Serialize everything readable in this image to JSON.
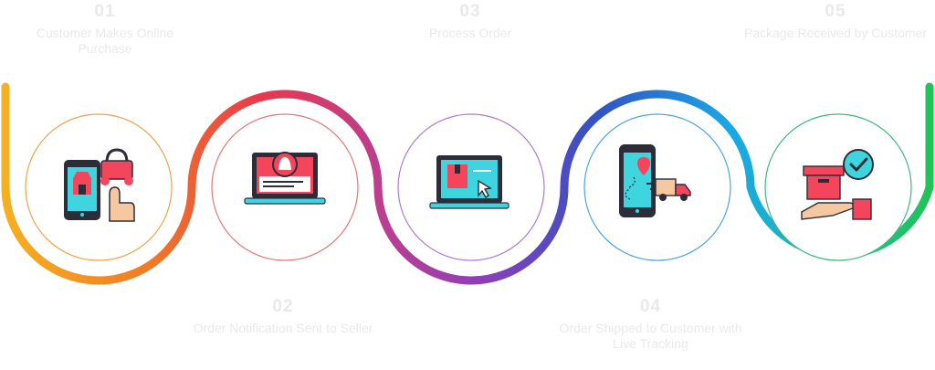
{
  "colors": {
    "orange": "#f39a1e",
    "red": "#e8384f",
    "purple": "#9b3fb3",
    "blue": "#2f63c8",
    "cyan": "#1aa7e6",
    "green": "#1fbf73",
    "icon_red": "#f3455b",
    "icon_cyan": "#3fd5de",
    "icon_dark": "#2d2d3a"
  },
  "steps": [
    {
      "number": "01",
      "title": "Customer Makes Online Purchase",
      "icon": "mobile-shopping-icon"
    },
    {
      "number": "02",
      "title": "Order Notification Sent to Seller",
      "icon": "laptop-notification-icon"
    },
    {
      "number": "03",
      "title": "Process Order",
      "icon": "online-order-icon"
    },
    {
      "number": "04",
      "title": "Order Shipped to Customer with Live Tracking",
      "icon": "delivery-tracking-icon"
    },
    {
      "number": "05",
      "title": "Package Received by Customer",
      "icon": "package-received-icon"
    }
  ]
}
